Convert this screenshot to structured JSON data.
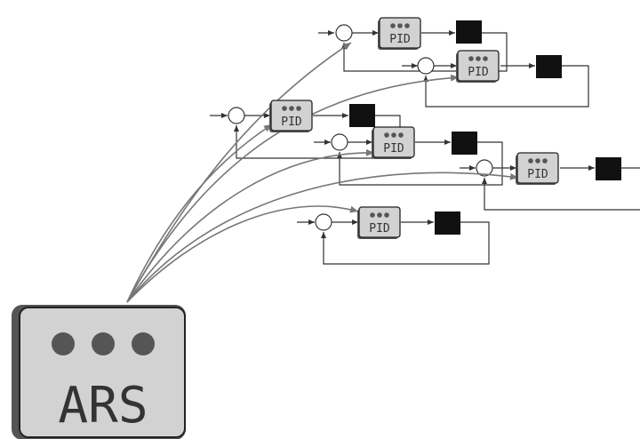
{
  "ars": {
    "label": "ARS",
    "dots": 3
  },
  "controllers": [
    {
      "id": "pid-1",
      "label": "PID"
    },
    {
      "id": "pid-2",
      "label": "PID"
    },
    {
      "id": "pid-3",
      "label": "PID"
    },
    {
      "id": "pid-4",
      "label": "PID"
    },
    {
      "id": "pid-5",
      "label": "PID"
    },
    {
      "id": "pid-6",
      "label": "PID"
    }
  ],
  "colors": {
    "box_fill": "#d2d2d2",
    "box_shadow": "#555555",
    "plant": "#111111",
    "wire": "#333333",
    "curve": "#777777",
    "dot": "#555555"
  }
}
